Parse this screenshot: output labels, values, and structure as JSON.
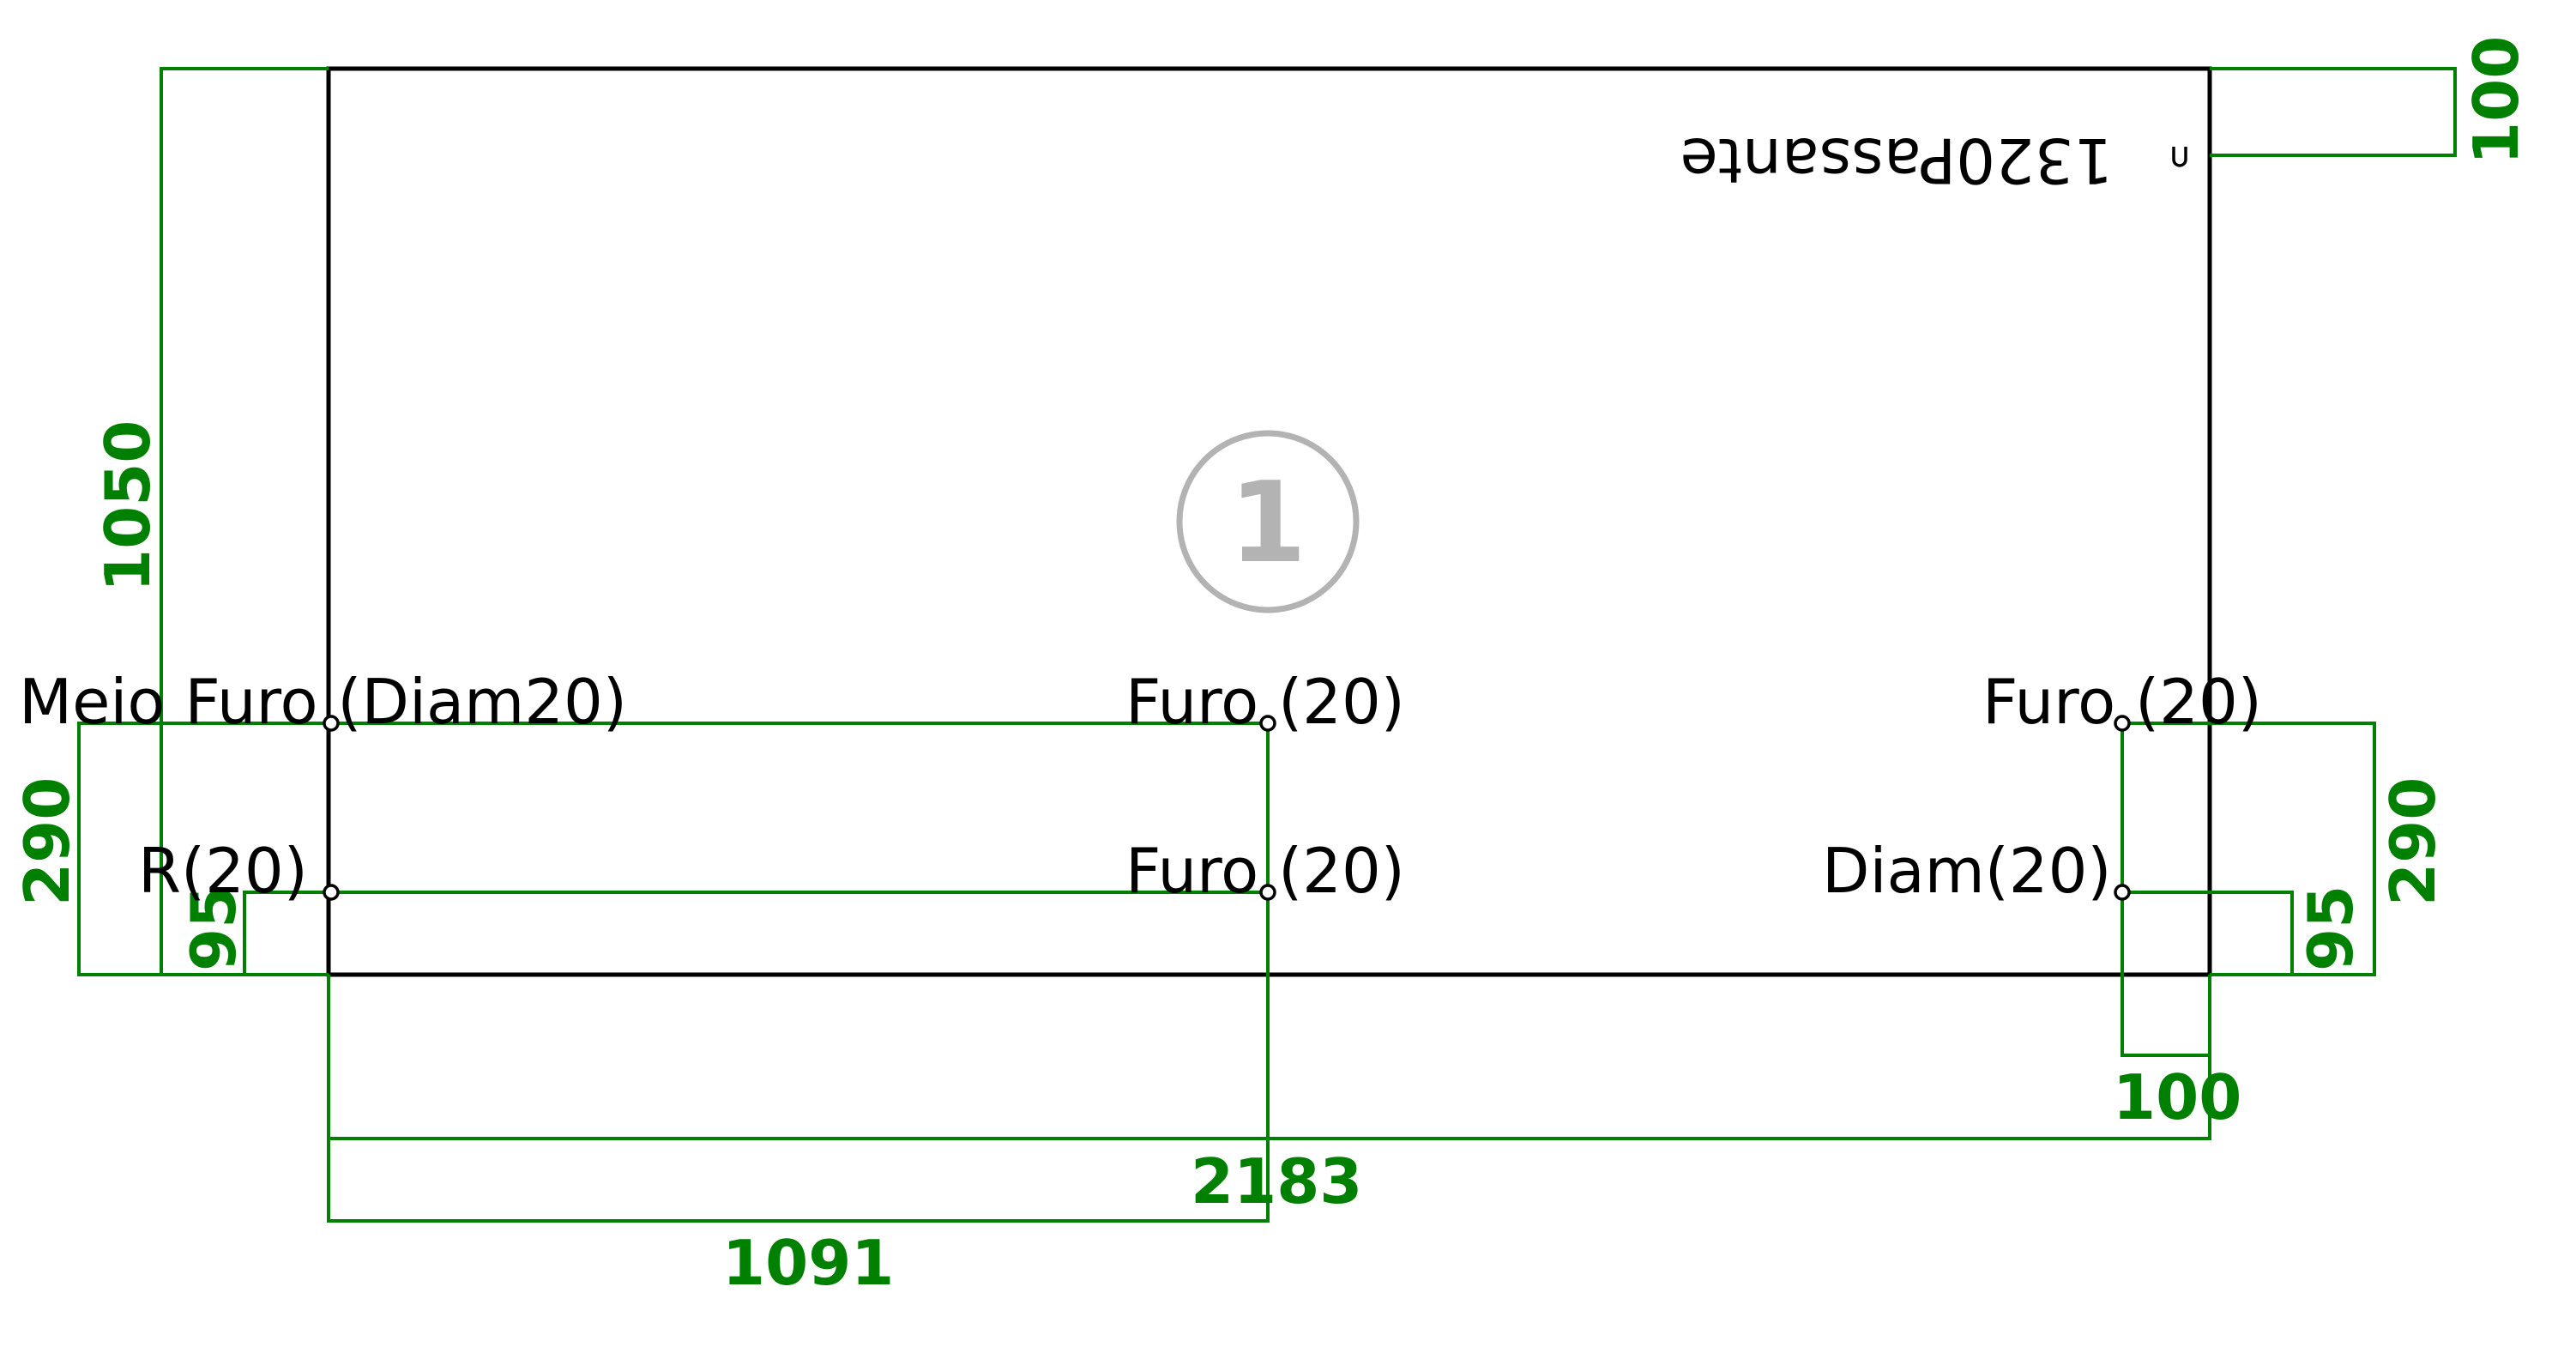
{
  "colors": {
    "dimension": "#008000",
    "outline": "#000000",
    "badge": "#b3b3b3"
  },
  "panel": {
    "badge": "1"
  },
  "dimensions": {
    "overall_width": "2183",
    "overall_height": "1050",
    "half_width": "1091",
    "left_hole_height": "290",
    "left_lower_height": "95",
    "right_hole_height": "290",
    "right_lower_height": "95",
    "right_offset": "100",
    "top_offset": "100"
  },
  "labels": {
    "top_right": "1320Passante",
    "left_upper": "Meio Furo (Diam20)",
    "left_lower": "R(20)",
    "center_upper": "Furo (20)",
    "center_lower": "Furo (20)",
    "right_upper": "Furo (20)",
    "right_lower": "Diam(20)"
  }
}
